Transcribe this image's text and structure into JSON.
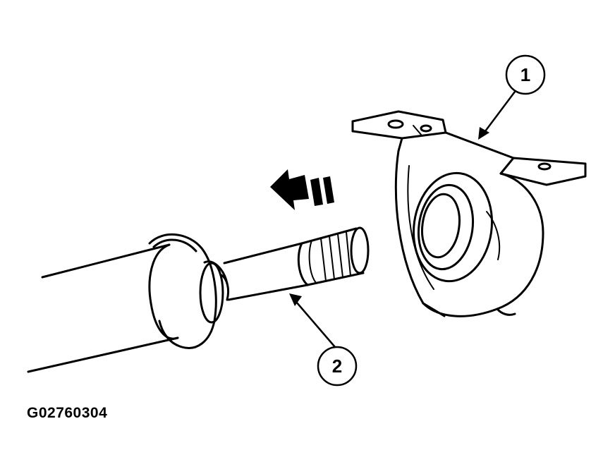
{
  "figure": {
    "figure_id": "G02760304",
    "callouts": [
      {
        "number": "1",
        "part": "center-bearing-support"
      },
      {
        "number": "2",
        "part": "driveshaft-splined-end"
      }
    ],
    "motion_arrow": "removal-direction-left",
    "line_color": "#000000",
    "background_color": "#ffffff"
  }
}
